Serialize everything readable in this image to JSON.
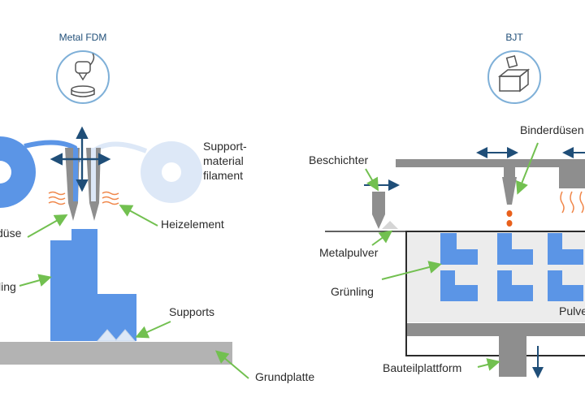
{
  "left_panel": {
    "title": "Metal FDM",
    "labels": {
      "support_line1": "Support-",
      "support_line2": "material",
      "support_line3": "filament",
      "heizelement": "Heizelement",
      "duese": "düse",
      "gruenling": "ling",
      "supports": "Supports",
      "grundplatte": "Grundplatte"
    }
  },
  "right_panel": {
    "title": "BJT",
    "labels": {
      "binderduesen": "Binderdüsen",
      "beschichter": "Beschichter",
      "metalpulver": "Metalpulver",
      "gruenling": "Grünling",
      "pulver": "Pulve",
      "bauteilplattform": "Bauteilplattform"
    }
  },
  "colors": {
    "part_blue": "#5b95e6",
    "filament_light": "#dde8f7",
    "machine_gray": "#8e8e8e",
    "plate_gray": "#b3b3b3",
    "arrow_green": "#72c050",
    "arrow_navy": "#1f4e78",
    "heat_orange": "#f0874a",
    "drop_orange": "#e8601c",
    "icon_ring": "#7fb0d8"
  }
}
